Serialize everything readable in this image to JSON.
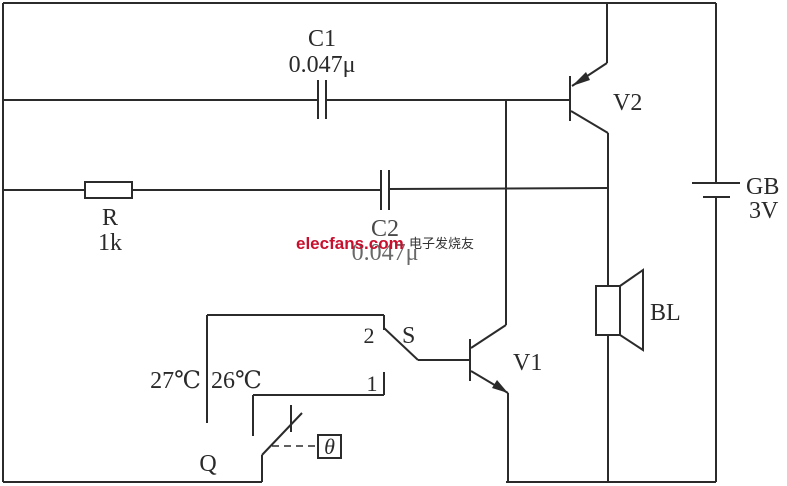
{
  "diagram": {
    "components": {
      "c1": {
        "name": "C1",
        "value": "0.047μ"
      },
      "c2": {
        "name": "C2",
        "value": "0.047μ"
      },
      "r": {
        "name": "R",
        "value": "1k"
      },
      "v1": {
        "name": "V1"
      },
      "v2": {
        "name": "V2"
      },
      "gb": {
        "name": "GB",
        "value": "3V"
      },
      "bl": {
        "name": "BL"
      },
      "s": {
        "name": "S",
        "contact_1": "1",
        "contact_2": "2"
      },
      "q": {
        "name": "Q",
        "temp_left": "27℃",
        "temp_right": "26℃",
        "sensor_symbol": "θ"
      }
    },
    "watermark": {
      "text": "elecfans.com",
      "text_cn": "电子发烧友",
      "color": "#c8102e"
    },
    "line_color": "#2b2b2b"
  }
}
